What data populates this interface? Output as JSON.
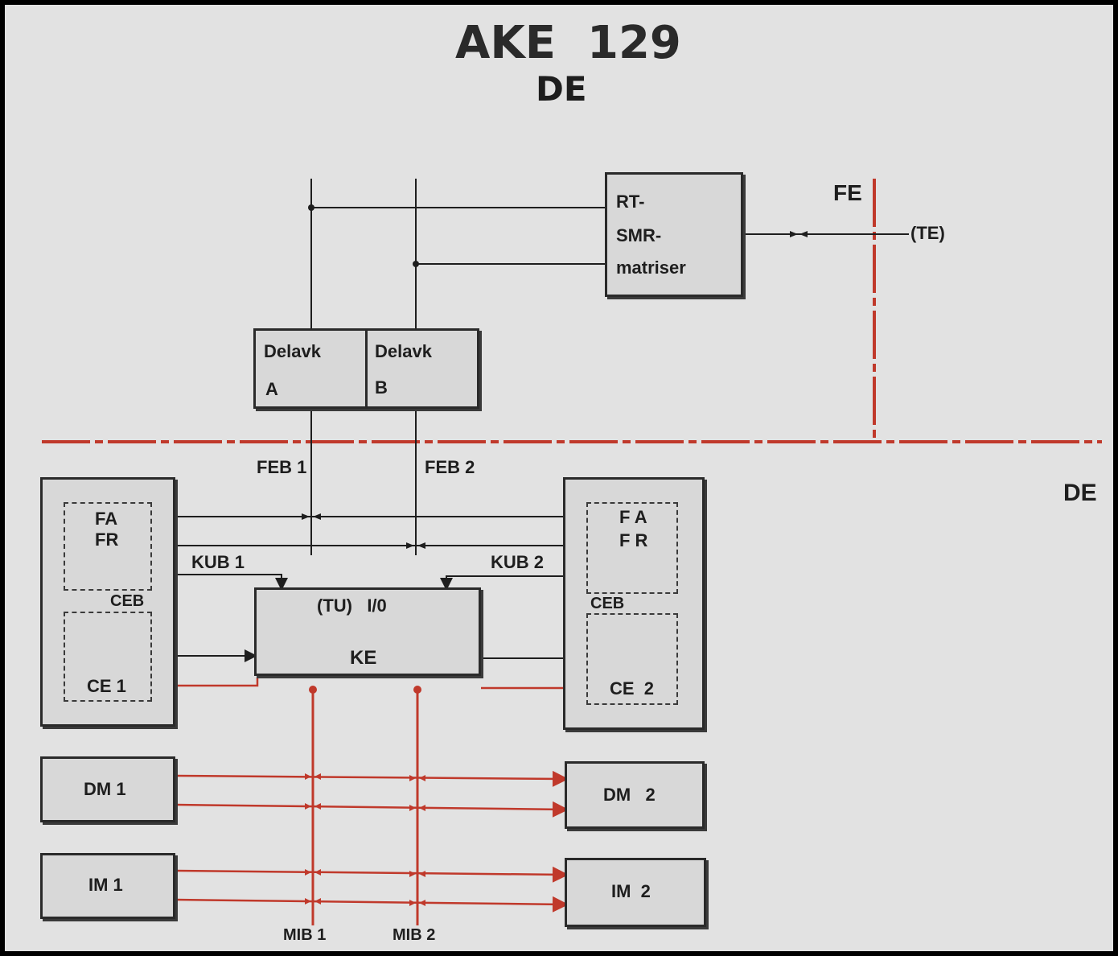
{
  "diagram": {
    "title": "AKE  129",
    "subtitle": "DE",
    "regions": {
      "fe": "FE",
      "de": "DE"
    },
    "terminal": "(TE)",
    "rt_smr": {
      "line1": "RT-",
      "line2": "SMR-",
      "line3": "matriser"
    },
    "delavk_a": {
      "name": "Delavk",
      "id": "A"
    },
    "delavk_b": {
      "name": "Delavk",
      "id": "B"
    },
    "buses": {
      "feb1": "FEB 1",
      "feb2": "FEB 2",
      "kub1": "KUB 1",
      "kub2": "KUB 2",
      "mib1": "MIB 1",
      "mib2": "MIB 2"
    },
    "side1": {
      "fa": "FA",
      "fr": "FR",
      "ceb": "CEB",
      "ce": "CE 1"
    },
    "side2": {
      "fa": "F A",
      "fr": "F R",
      "ceb": "CEB",
      "ce": "CE  2"
    },
    "ke": {
      "top": "(TU)   I/0",
      "label": "KE"
    },
    "modules": {
      "dm1": "DM 1",
      "dm2": "DM   2",
      "im1": "IM 1",
      "im2": "IM  2"
    },
    "colors": {
      "ink": "#1e1e1e",
      "red": "#c0392b",
      "panel": "#e2e2e2",
      "border": "#000000"
    }
  }
}
